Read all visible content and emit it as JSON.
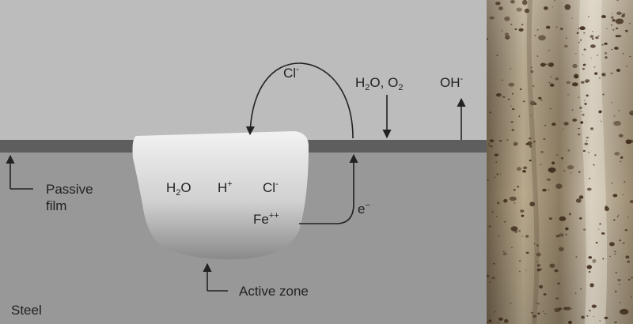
{
  "diagram": {
    "labels": {
      "chloride_top": {
        "base": "Cl",
        "sup": "-"
      },
      "water_oxygen": {
        "a": "H",
        "a_sub": "2",
        "b": "O, O",
        "b_sub": "2"
      },
      "hydroxide": {
        "base": "OH",
        "sup": "-"
      },
      "pit_water": {
        "base": "H",
        "sub": "2",
        "tail": "O"
      },
      "pit_hydrogen": {
        "base": "H",
        "sup": "+"
      },
      "pit_chloride": {
        "base": "Cl",
        "sup": "-"
      },
      "pit_iron": {
        "base": "Fe",
        "sup": "++"
      },
      "electron": {
        "base": "e",
        "sup": "−"
      },
      "passive_film": [
        "Passive",
        "film"
      ],
      "active_zone": "Active zone",
      "steel": "Steel"
    },
    "colors": {
      "environment": "#bcbcbc",
      "passive_film": "#5e5e5e",
      "steel": "#989898",
      "pit_top": "#f2f2f2",
      "pit_bottom": "#8a8a8a",
      "lines": "#222222"
    }
  },
  "photo": {
    "colors": {
      "base": "#9a8a70",
      "highlight": "#e9e2d4",
      "spot": "#3e2a1a"
    }
  }
}
